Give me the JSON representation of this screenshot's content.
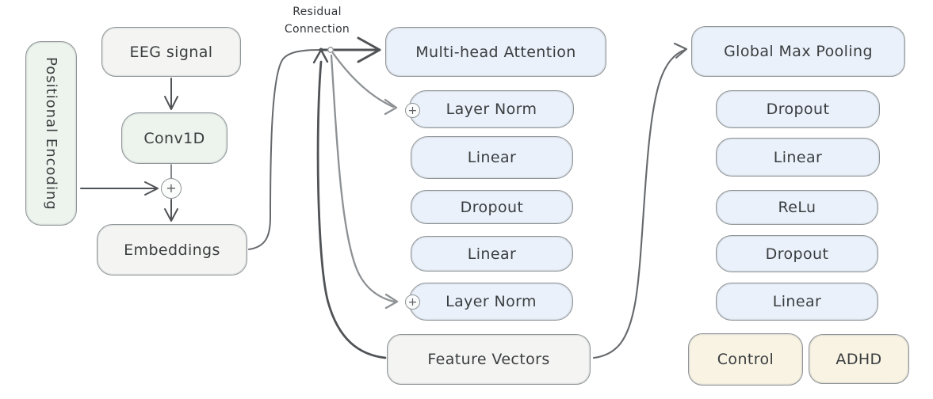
{
  "diagram": {
    "labels": {
      "residual_connection_line1": "Residual",
      "residual_connection_line2": "Connection",
      "plus": "+"
    },
    "nodes": {
      "positional_encoding": "Positional Encoding",
      "eeg_signal": "EEG signal",
      "conv1d": "Conv1D",
      "embeddings": "Embeddings",
      "multi_head_attention": "Multi-head Attention",
      "layer_norm_1": "Layer Norm",
      "linear_1": "Linear",
      "dropout_1": "Dropout",
      "linear_2": "Linear",
      "layer_norm_2": "Layer Norm",
      "feature_vectors": "Feature Vectors",
      "global_max_pooling": "Global Max Pooling",
      "dropout_2": "Dropout",
      "linear_3": "Linear",
      "relu": "ReLu",
      "dropout_3": "Dropout",
      "linear_4": "Linear",
      "control": "Control",
      "adhd": "ADHD"
    },
    "colors": {
      "box_blue": "#eaf1fa",
      "box_green": "#ecf4ed",
      "box_gray": "#f4f4f3",
      "box_cream": "#f8f3e3",
      "border": "#8f9497",
      "ink": "#3b3e40",
      "arrow_dark": "#505356",
      "arrow_mid": "#66696c",
      "arrow_light": "#8d9194"
    }
  }
}
